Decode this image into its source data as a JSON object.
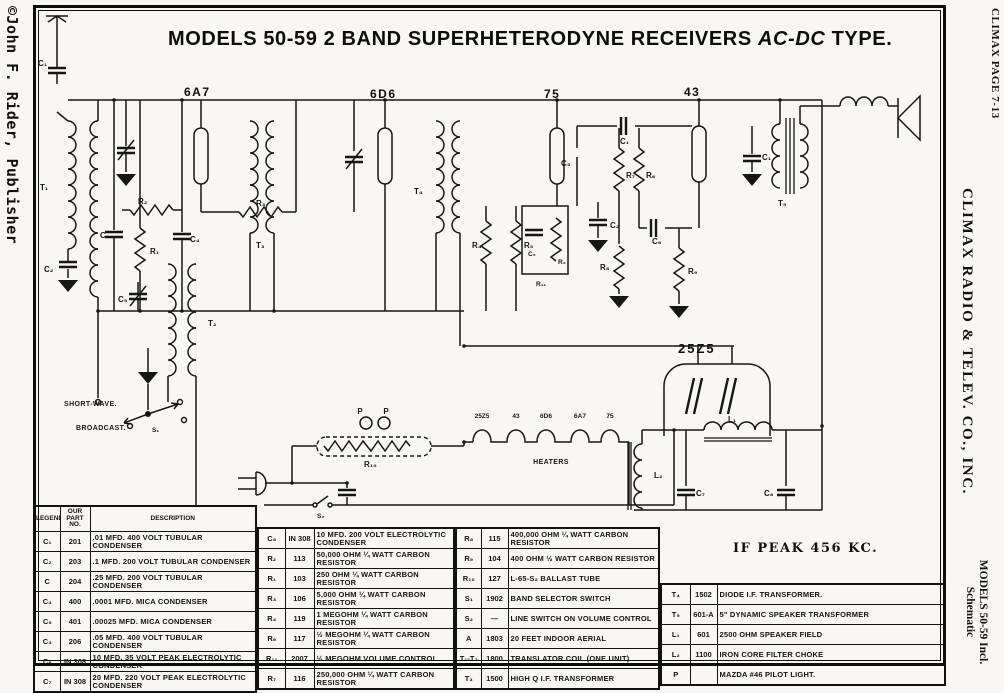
{
  "margins": {
    "left_copyright": "©John F. Rider, Publisher",
    "right_page": "CLIMAX PAGE 7-13",
    "right_company": "CLIMAX RADIO & TELEV. CO., INC.",
    "right_models": "MODELS 50-59 Incl.",
    "right_schematic": "Schematic"
  },
  "title": {
    "pre": "MODELS 50-59 2 BAND SUPERHETERODYNE RECEIVERS",
    "italic": "AC-DC",
    "post": "TYPE."
  },
  "schematic": {
    "tube_labels": {
      "t_6a7": "6A7",
      "t_6d6": "6D6",
      "t_75": "75",
      "t_43": "43",
      "t_25z5": "25Z5"
    },
    "band_switch": {
      "short_wave": "SHORT-WAVE.",
      "broadcast": "BROADCAST."
    },
    "heaters": {
      "caption": "HEATERS",
      "sequence": [
        "25Z5",
        "43",
        "6D6",
        "6A7",
        "75"
      ]
    },
    "if_peak_note": "IF PEAK 456 KC.",
    "labels": {
      "t1": "T₁",
      "t2": "T₂",
      "t3": "T₃",
      "t4": "T₄",
      "t5": "T₅",
      "c": "C",
      "c1": "C₁",
      "c2": "C₂",
      "c3": "C₃",
      "c4": "C₄",
      "c5": "C₅",
      "c6": "C₆",
      "c7": "C₇",
      "c8": "C₈",
      "r1": "R₁",
      "r2": "R₂",
      "r3": "R₃",
      "r4": "R₄",
      "r5": "R₅",
      "r6": "R₆",
      "r7": "R₇",
      "r8": "R₈",
      "r9": "R₉",
      "r10": "R₁₀",
      "r11": "R₁₁",
      "l1": "L₁",
      "l2": "L₂",
      "s1": "S₁",
      "s2": "S₂",
      "p": "P"
    }
  },
  "parts_table": {
    "headers": {
      "legend": "LEGEND",
      "part_no": "OUR PART NO.",
      "description": "DESCRIPTION"
    },
    "group1": [
      {
        "legend": "C₁",
        "part": "201",
        "desc": ".01 MFD. 400 VOLT TUBULAR CONDENSER"
      },
      {
        "legend": "C₂",
        "part": "203",
        "desc": ".1 MFD. 200 VOLT TUBULAR CONDENSER"
      },
      {
        "legend": "C",
        "part": "204",
        "desc": ".25 MFD. 200 VOLT TUBULAR CONDENSER"
      },
      {
        "legend": "C₄",
        "part": "400",
        "desc": ".0001 MFD. MICA CONDENSER"
      },
      {
        "legend": "C₅",
        "part": "401",
        "desc": ".00025 MFD. MICA CONDENSER"
      },
      {
        "legend": "C₃",
        "part": "206",
        "desc": ".05 MFD. 400 VOLT TUBULAR CONDENSER"
      },
      {
        "legend": "C₆",
        "part": "IN 308",
        "desc": "10 MFD. 35 VOLT PEAK ELECTROLYTIC CONDENSER"
      },
      {
        "legend": "C₇",
        "part": "IN 308",
        "desc": "20 MFD. 220 VOLT PEAK ELECTROLYTIC CONDENSER"
      }
    ],
    "group2": [
      {
        "legend": "C₈",
        "part": "IN 308",
        "desc": "10 MFD. 200 VOLT ELECTROLYTIC CONDENSER"
      },
      {
        "legend": "R₂",
        "part": "113",
        "desc": "50,000 OHM ¼ WATT CARBON RESISTOR"
      },
      {
        "legend": "R₁",
        "part": "103",
        "desc": "250 OHM ¼ WATT CARBON RESISTOR"
      },
      {
        "legend": "R₃",
        "part": "106",
        "desc": "5,000 OHM ¼ WATT CARBON RESISTOR"
      },
      {
        "legend": "R₄",
        "part": "119",
        "desc": "1 MEGOHM ¼ WATT CARBON RESISTOR"
      },
      {
        "legend": "R₆",
        "part": "117",
        "desc": "½ MEGOHM ¼ WATT CARBON RESISTOR"
      },
      {
        "legend": "R₁₁",
        "part": "2007",
        "desc": "½ MEGOHM VOLUME CONTROL"
      },
      {
        "legend": "R₇",
        "part": "116",
        "desc": "250,000 OHM ¼ WATT CARBON RESISTOR"
      }
    ],
    "group3": [
      {
        "legend": "R₈",
        "part": "115",
        "desc": "400,000 OHM ¼ WATT CARBON RESISTOR"
      },
      {
        "legend": "R₉",
        "part": "104",
        "desc": "400 OHM ½ WATT CARBON RESISTOR"
      },
      {
        "legend": "R₁₀",
        "part": "127",
        "desc": "L-65-S₂ BALLAST TUBE"
      },
      {
        "legend": "S₁",
        "part": "1902",
        "desc": "BAND SELECTOR SWITCH"
      },
      {
        "legend": "S₂",
        "part": "—",
        "desc": "LINE SWITCH ON VOLUME CONTROL"
      },
      {
        "legend": "A",
        "part": "1803",
        "desc": "20 FEET INDOOR AERIAL"
      },
      {
        "legend": "T₁-T₂",
        "part": "1800",
        "desc": "TRANSLATOR COIL (ONE UNIT)"
      },
      {
        "legend": "T₃",
        "part": "1500",
        "desc": "HIGH Q I.F. TRANSFORMER"
      }
    ],
    "group4": [
      {
        "legend": "T₄",
        "part": "1502",
        "desc": "DIODE I.F. TRANSFORMER."
      },
      {
        "legend": "T₅",
        "part": "601-A",
        "desc": "5\" DYNAMIC SPEAKER TRANSFORMER"
      },
      {
        "legend": "L₁",
        "part": "601",
        "desc": "2500 OHM SPEAKER FIELD"
      },
      {
        "legend": "L₂",
        "part": "1100",
        "desc": "IRON CORE FILTER CHOKE"
      },
      {
        "legend": "P",
        "part": "",
        "desc": "MAZDA #46 PILOT LIGHT."
      }
    ]
  }
}
